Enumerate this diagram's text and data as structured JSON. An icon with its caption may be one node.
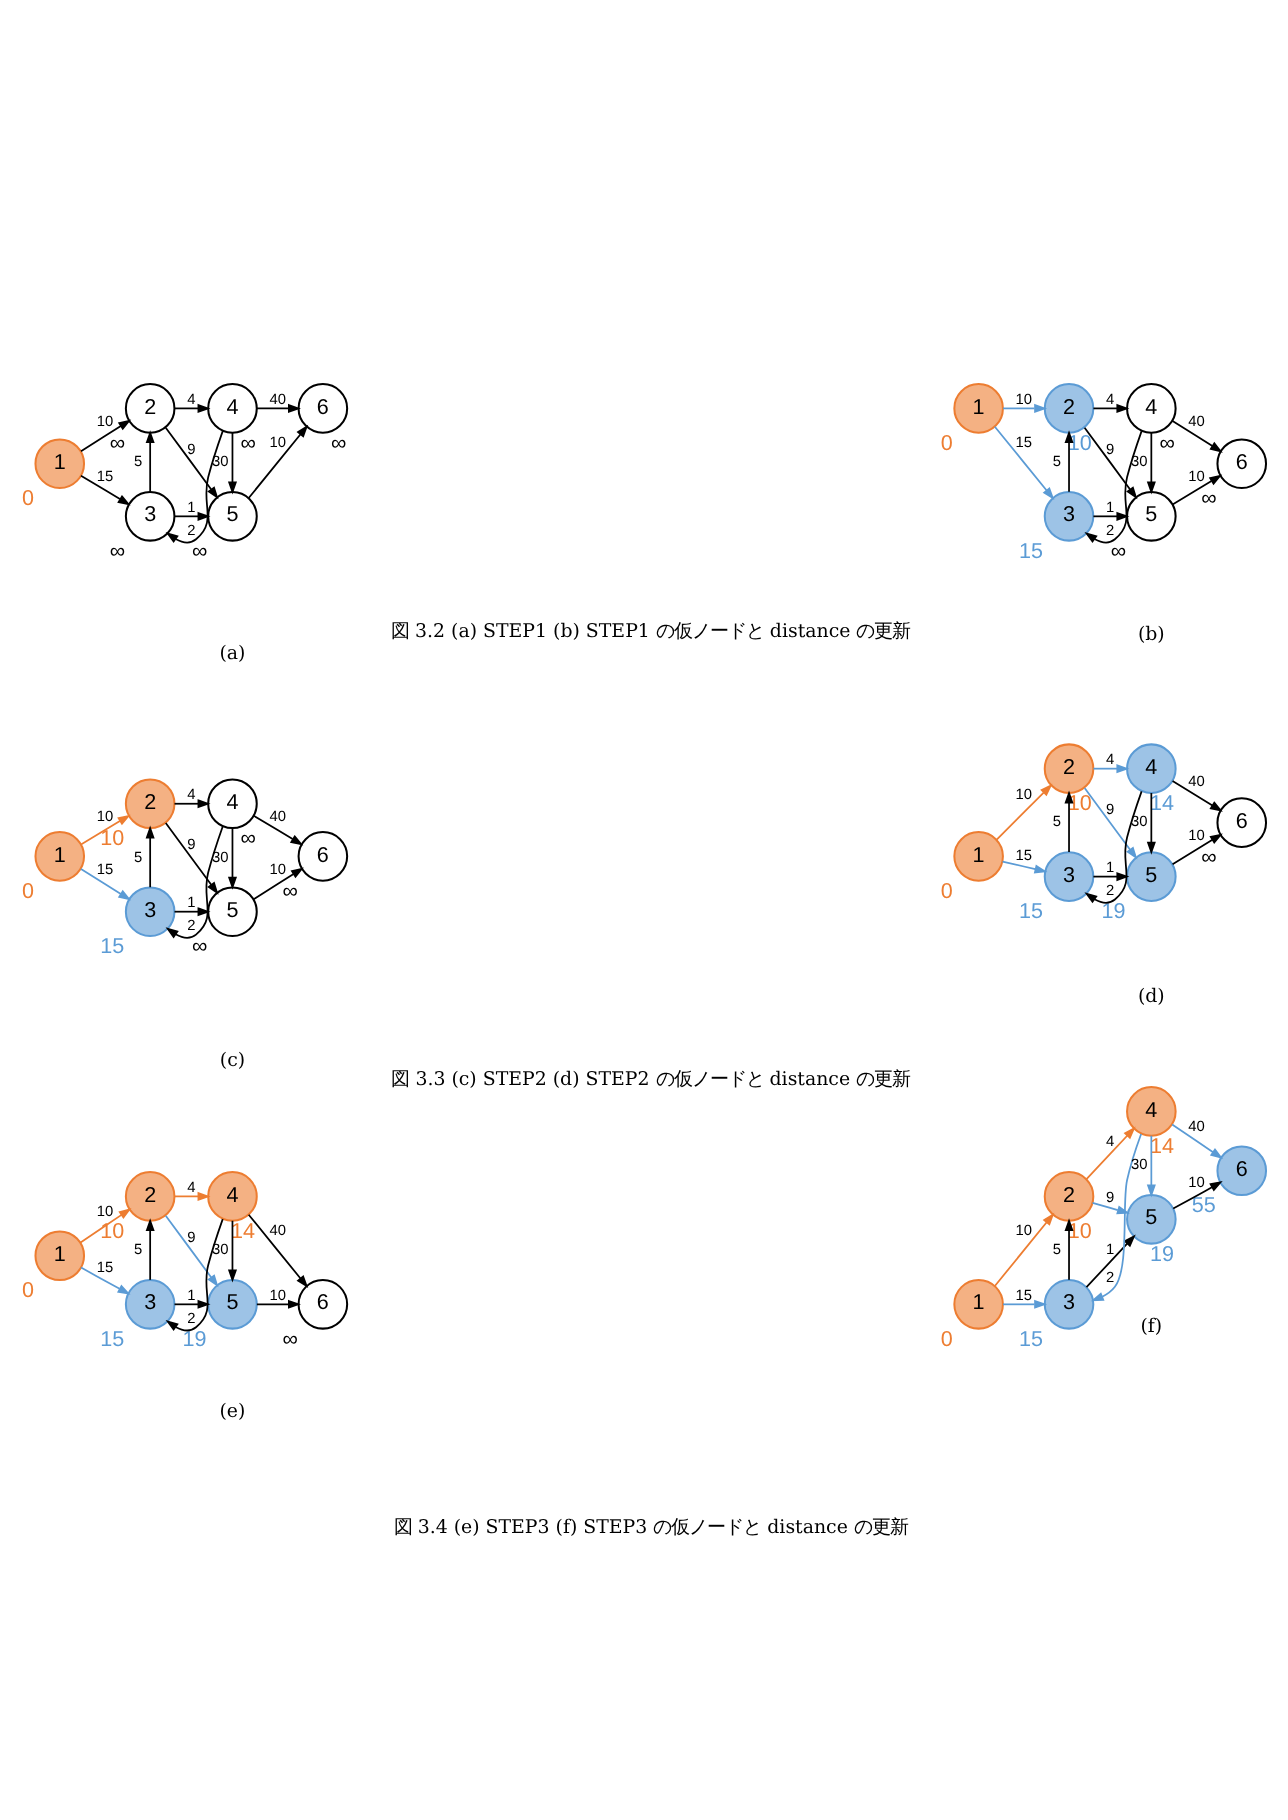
{
  "diagram": {
    "nodes": [
      {
        "text": [
          "1"
        ],
        "beside": [
          "0"
        ]
      },
      {
        "text": [
          "2"
        ],
        "beside": [
          "∞"
        ]
      },
      {
        "text": [
          "3"
        ],
        "beside": [
          "∞"
        ]
      },
      {
        "text": [
          "4"
        ],
        "beside": [
          "∞"
        ]
      },
      {
        "text": [
          "5"
        ],
        "beside": [
          "∞"
        ]
      },
      {
        "text": [
          "6"
        ],
        "beside": [
          "∞"
        ]
      },
      {
        "text": [
          "1"
        ],
        "beside": [
          "0"
        ]
      },
      {
        "text": [
          "2"
        ],
        "beside": [
          "10"
        ]
      },
      {
        "text": [
          "3"
        ],
        "beside": [
          "15"
        ]
      },
      {
        "text": [
          "4"
        ],
        "beside": [
          "∞"
        ]
      },
      {
        "text": [
          "5"
        ],
        "beside": [
          "∞"
        ]
      },
      {
        "text": [
          "6"
        ],
        "beside": [
          "∞"
        ]
      },
      {
        "text": [
          "1"
        ],
        "beside": [
          "0"
        ]
      },
      {
        "text": [
          "2"
        ],
        "beside": [
          "10"
        ]
      },
      {
        "text": [
          "3"
        ],
        "beside": [
          "15"
        ]
      },
      {
        "text": [
          "4"
        ],
        "beside": [
          "∞"
        ]
      },
      {
        "text": [
          "5"
        ],
        "beside": [
          "∞"
        ]
      },
      {
        "text": [
          "6"
        ],
        "beside": [
          "∞"
        ]
      },
      {
        "text": [
          "1"
        ],
        "beside": [
          "0"
        ]
      },
      {
        "text": [
          "2"
        ],
        "beside": [
          "10"
        ]
      },
      {
        "text": [
          "3"
        ],
        "beside": [
          "15"
        ]
      },
      {
        "text": [
          "4"
        ],
        "beside": [
          "14"
        ]
      },
      {
        "text": [
          "5"
        ],
        "beside": [
          "19"
        ]
      },
      {
        "text": [
          "6"
        ],
        "beside": [
          "∞"
        ]
      },
      {
        "text": [
          "1"
        ],
        "beside": [
          "0"
        ]
      },
      {
        "text": [
          "2"
        ],
        "beside": [
          "10"
        ]
      },
      {
        "text": [
          "3"
        ],
        "beside": [
          "15"
        ]
      },
      {
        "text": [
          "4"
        ],
        "beside": [
          "14"
        ]
      },
      {
        "text": [
          "5"
        ],
        "beside": [
          "19"
        ]
      },
      {
        "text": [
          "6"
        ],
        "beside": [
          "∞"
        ]
      },
      {
        "text": [
          "1"
        ],
        "beside": [
          "0"
        ]
      },
      {
        "text": [
          "2"
        ],
        "beside": [
          "10"
        ]
      },
      {
        "text": [
          "3"
        ],
        "beside": [
          "15"
        ]
      },
      {
        "text": [
          "4"
        ],
        "beside": [
          "14"
        ]
      },
      {
        "text": [
          "5"
        ],
        "beside": [
          "19"
        ]
      },
      {
        "text": [
          "6"
        ],
        "beside": [
          "55"
        ]
      }
    ],
    "edges": [
      {
        "from": 0,
        "to": 1,
        "arrow": "to",
        "label": "10"
      },
      {
        "from": 0,
        "to": 2,
        "arrow": "to",
        "label": "15"
      },
      {
        "from": 2,
        "to": 1,
        "arrow": "to",
        "label": "5"
      },
      {
        "from": 1,
        "to": 3,
        "arrow": "to",
        "label": "4"
      },
      {
        "from": 1,
        "to": 4,
        "arrow": "to",
        "label": "9"
      },
      {
        "from": 3,
        "to": 2,
        "arrow": "to",
        "label": "2"
      },
      {
        "from": 3,
        "to": 4,
        "arrow": "to",
        "label": "30"
      },
      {
        "from": 3,
        "to": 5,
        "arrow": "to",
        "label": "40"
      },
      {
        "from": 2,
        "to": 4,
        "arrow": "to",
        "label": "1"
      },
      {
        "from": 4,
        "to": 5,
        "arrow": "to",
        "label": "10"
      },
      {
        "from": 6,
        "to": 7,
        "arrow": "to",
        "label": "10",
        "color": "#5b9bd5"
      },
      {
        "from": 6,
        "to": 8,
        "arrow": "to",
        "label": "15",
        "color": "#5b9bd5"
      },
      {
        "from": 8,
        "to": 7,
        "arrow": "to",
        "label": "5"
      },
      {
        "from": 7,
        "to": 9,
        "arrow": "to",
        "label": "4"
      },
      {
        "from": 7,
        "to": 10,
        "arrow": "to",
        "label": "9"
      },
      {
        "from": 9,
        "to": 8,
        "arrow": "to",
        "label": "2"
      },
      {
        "from": 9,
        "to": 10,
        "arrow": "to",
        "label": "30"
      },
      {
        "from": 9,
        "to": 11,
        "arrow": "to",
        "label": "40"
      },
      {
        "from": 8,
        "to": 10,
        "arrow": "to",
        "label": "1"
      },
      {
        "from": 10,
        "to": 11,
        "arrow": "to",
        "label": "10"
      },
      {
        "from": 12,
        "to": 13,
        "arrow": "to",
        "label": "10",
        "color": "#ed7d31"
      },
      {
        "from": 12,
        "to": 14,
        "arrow": "to",
        "label": "15",
        "color": "#5b9bd5"
      },
      {
        "from": 14,
        "to": 13,
        "arrow": "to",
        "label": "5"
      },
      {
        "from": 13,
        "to": 15,
        "arrow": "to",
        "label": "4"
      },
      {
        "from": 13,
        "to": 16,
        "arrow": "to",
        "label": "9"
      },
      {
        "from": 15,
        "to": 14,
        "arrow": "to",
        "label": "2"
      },
      {
        "from": 15,
        "to": 16,
        "arrow": "to",
        "label": "30"
      },
      {
        "from": 15,
        "to": 17,
        "arrow": "to",
        "label": "40"
      },
      {
        "from": 14,
        "to": 16,
        "arrow": "to",
        "label": "1"
      },
      {
        "from": 16,
        "to": 17,
        "arrow": "to",
        "label": "10"
      },
      {
        "from": 18,
        "to": 19,
        "arrow": "to",
        "label": "10",
        "color": "#ed7d31"
      },
      {
        "from": 18,
        "to": 20,
        "arrow": "to",
        "label": "15",
        "color": "#5b9bd5"
      },
      {
        "from": 20,
        "to": 19,
        "arrow": "to",
        "label": "5"
      },
      {
        "from": 19,
        "to": 21,
        "arrow": "to",
        "label": "4",
        "color": "#5b9bd5"
      },
      {
        "from": 19,
        "to": 22,
        "arrow": "to",
        "label": "9",
        "color": "#5b9bd5"
      },
      {
        "from": 21,
        "to": 20,
        "arrow": "to",
        "label": "2"
      },
      {
        "from": 21,
        "to": 22,
        "arrow": "to",
        "label": "30"
      },
      {
        "from": 21,
        "to": 23,
        "arrow": "to",
        "label": "40"
      },
      {
        "from": 20,
        "to": 22,
        "arrow": "to",
        "label": "1"
      },
      {
        "from": 22,
        "to": 23,
        "arrow": "to",
        "label": "10"
      },
      {
        "from": 24,
        "to": 25,
        "arrow": "to",
        "label": "10",
        "color": "#ed7d31"
      },
      {
        "from": 24,
        "to": 26,
        "arrow": "to",
        "label": "15",
        "color": "#5b9bd5"
      },
      {
        "from": 26,
        "to": 25,
        "arrow": "to",
        "label": "5"
      },
      {
        "from": 25,
        "to": 27,
        "arrow": "to",
        "label": "4",
        "color": "#ed7d31"
      },
      {
        "from": 25,
        "to": 28,
        "arrow": "to",
        "label": "9",
        "color": "#5b9bd5"
      },
      {
        "from": 27,
        "to": 26,
        "arrow": "to",
        "label": "2"
      },
      {
        "from": 27,
        "to": 28,
        "arrow": "to",
        "label": "30"
      },
      {
        "from": 27,
        "to": 29,
        "arrow": "to",
        "label": "40"
      },
      {
        "from": 26,
        "to": 28,
        "arrow": "to",
        "label": "1"
      },
      {
        "from": 28,
        "to": 29,
        "arrow": "to",
        "label": "10"
      },
      {
        "from": 30,
        "to": 31,
        "arrow": "to",
        "label": "10",
        "color": "#ed7d31"
      },
      {
        "from": 30,
        "to": 32,
        "arrow": "to",
        "label": "15",
        "color": "#5b9bd5"
      },
      {
        "from": 32,
        "to": 31,
        "arrow": "to",
        "label": "5"
      },
      {
        "from": 31,
        "to": 33,
        "arrow": "to",
        "label": "4",
        "color": "#ed7d31"
      },
      {
        "from": 31,
        "to": 34,
        "arrow": "to",
        "label": "9",
        "color": "#5b9bd5"
      },
      {
        "from": 33,
        "to": 32,
        "arrow": "to",
        "label": "2",
        "color": "#5b9bd5"
      },
      {
        "from": 33,
        "to": 34,
        "arrow": "to",
        "label": "30",
        "color": "#5b9bd5"
      },
      {
        "from": 33,
        "to": 35,
        "arrow": "to",
        "label": "40",
        "color": "#5b9bd5"
      },
      {
        "from": 32,
        "to": 34,
        "arrow": "to",
        "label": "1"
      },
      {
        "from": 34,
        "to": 35,
        "arrow": "to",
        "label": "10"
      }
    ],
    "labels": [
      "(a)",
      "(b)",
      "図 3.2 (a) STEP1 (b) STEP1 の仮ノードと distance の更新",
      "(c)",
      "(d)",
      "図 3.3 (c) STEP2 (d) STEP2 の仮ノードと distance の更新",
      "(e)",
      "(f)",
      "図 3.4 (e) STEP3 (f) STEP3 の仮ノードと distance の更新"
    ]
  }
}
